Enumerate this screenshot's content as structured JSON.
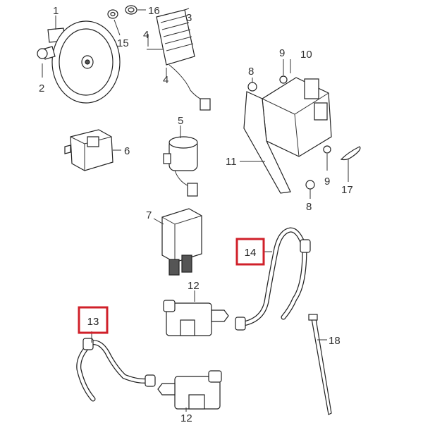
{
  "diagram": {
    "highlight_color": "#d0202a",
    "line_color": "#333333",
    "callouts": [
      {
        "id": "c1",
        "label": "1"
      },
      {
        "id": "c2",
        "label": "2"
      },
      {
        "id": "c3",
        "label": "3"
      },
      {
        "id": "c4a",
        "label": "4"
      },
      {
        "id": "c4b",
        "label": "4"
      },
      {
        "id": "c5",
        "label": "5"
      },
      {
        "id": "c6",
        "label": "6"
      },
      {
        "id": "c7",
        "label": "7"
      },
      {
        "id": "c8a",
        "label": "8"
      },
      {
        "id": "c8b",
        "label": "8"
      },
      {
        "id": "c9a",
        "label": "9"
      },
      {
        "id": "c9b",
        "label": "9"
      },
      {
        "id": "c10",
        "label": "10"
      },
      {
        "id": "c11",
        "label": "11"
      },
      {
        "id": "c12a",
        "label": "12"
      },
      {
        "id": "c12b",
        "label": "12"
      },
      {
        "id": "c15",
        "label": "15"
      },
      {
        "id": "c16",
        "label": "16"
      },
      {
        "id": "c17",
        "label": "17"
      },
      {
        "id": "c18",
        "label": "18"
      }
    ],
    "highlighted": [
      {
        "id": "h13",
        "label": "13"
      },
      {
        "id": "h14",
        "label": "14"
      }
    ]
  }
}
